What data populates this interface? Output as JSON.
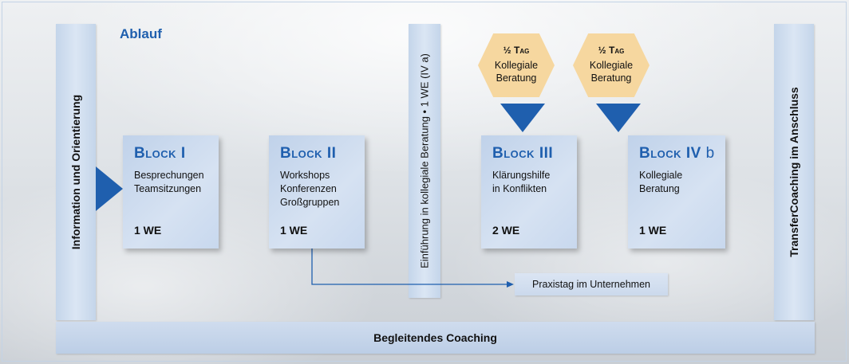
{
  "title": "Ablauf",
  "left_column": "Information und Orientierung",
  "right_column": "TransferCoaching im Anschluss",
  "middle_column": "Einführung in kollegiale Beratung  •  1 WE    (IV a)",
  "bottom_bar": "Begleitendes Coaching",
  "praxis_box": "Praxistag im Unternehmen",
  "blocks": [
    {
      "title": "Block I",
      "suffix": "",
      "lines": [
        "Besprechungen",
        "Teamsitzungen"
      ],
      "units": "1 WE"
    },
    {
      "title": "Block II",
      "suffix": "",
      "lines": [
        "Workshops",
        "Konferenzen",
        "Großgruppen"
      ],
      "units": "1 WE"
    },
    {
      "title": "Block III",
      "suffix": "",
      "lines": [
        "Klärungshilfe",
        "in Konflikten"
      ],
      "units": "2 WE"
    },
    {
      "title": "Block IV",
      "suffix": "b",
      "lines": [
        "Kollegiale",
        "Beratung"
      ],
      "units": "1 WE"
    }
  ],
  "hexagons": [
    {
      "heading": "½ Tag",
      "lines": [
        "Kollegiale",
        "Beratung"
      ]
    },
    {
      "heading": "½ Tag",
      "lines": [
        "Kollegiale",
        "Beratung"
      ]
    }
  ],
  "colors": {
    "accent_blue": "#1f5fae",
    "hexagon_fill": "#f6d79f",
    "panel_fill": "#c4d5ea"
  }
}
